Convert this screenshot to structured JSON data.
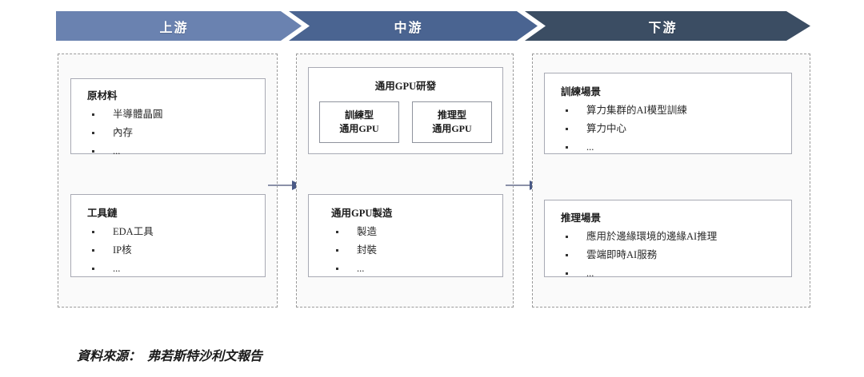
{
  "banners": [
    {
      "label": "上游",
      "color": "#6a82b0"
    },
    {
      "label": "中游",
      "color": "#4a6491"
    },
    {
      "label": "下游",
      "color": "#3b4d63"
    }
  ],
  "upstream": {
    "raw_materials": {
      "title": "原材料",
      "bullets": [
        "半導體晶圓",
        "內存",
        "..."
      ]
    },
    "tool_chain": {
      "title": "工具鏈",
      "bullets": [
        "EDA工具",
        "IP核",
        "..."
      ]
    }
  },
  "midstream": {
    "rnd": {
      "title": "通用GPU研發",
      "subboxes": [
        {
          "line1": "訓練型",
          "line2": "通用GPU"
        },
        {
          "line1": "推理型",
          "line2": "通用GPU"
        }
      ]
    },
    "manufacturing": {
      "title": "通用GPU製造",
      "bullets": [
        "製造",
        "封裝",
        "..."
      ]
    }
  },
  "downstream": {
    "training": {
      "title": "訓練場景",
      "bullets": [
        "算力集群的AI模型訓練",
        "算力中心",
        "..."
      ]
    },
    "inference": {
      "title": "推理場景",
      "bullets": [
        "應用於邊緣環境的邊緣AI推理",
        "雲端即時AI服務",
        "..."
      ]
    }
  },
  "footer": {
    "source": "資料來源：  弗若斯特沙利文報告"
  }
}
